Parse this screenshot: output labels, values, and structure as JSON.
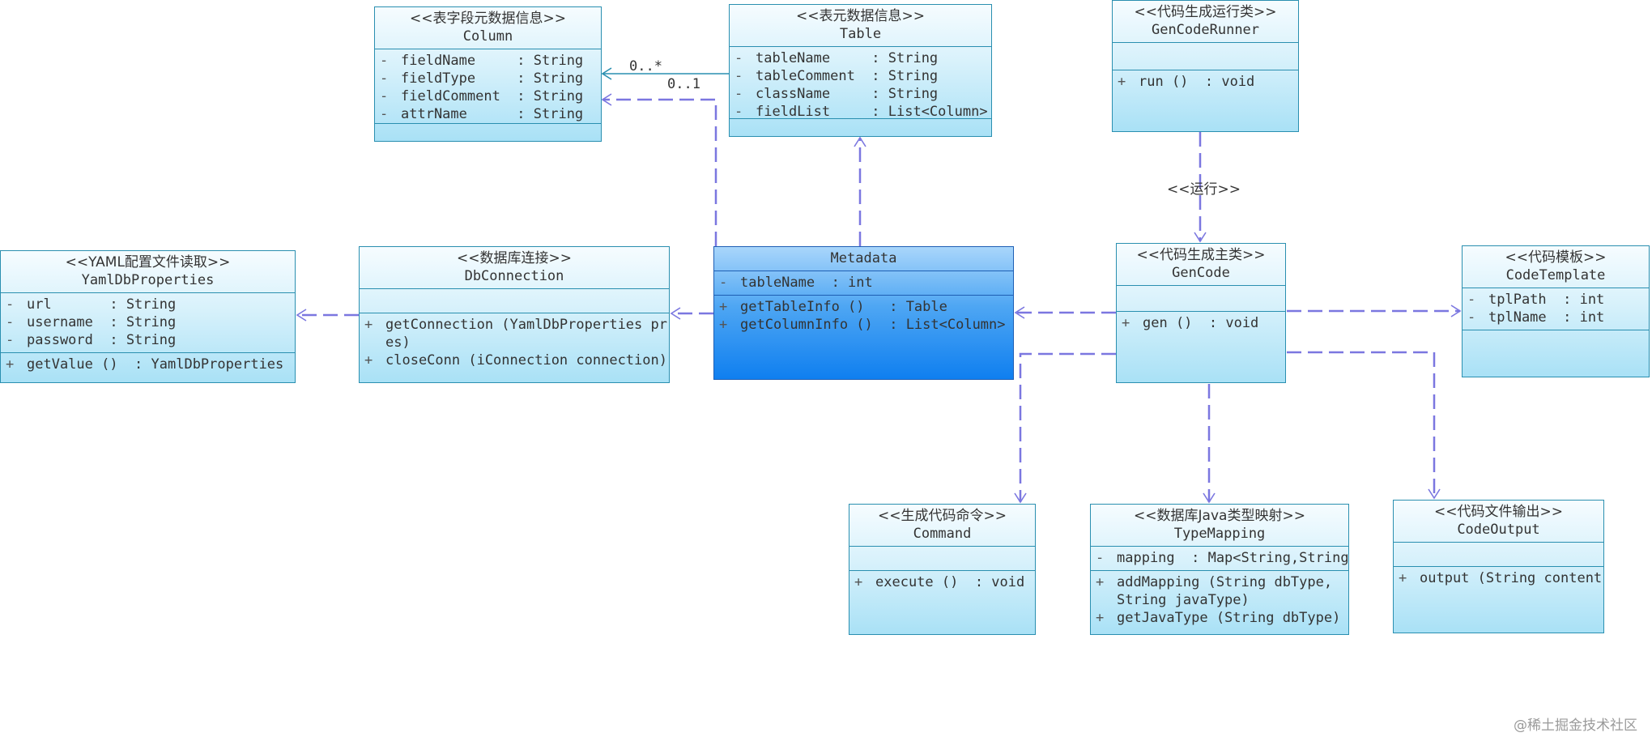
{
  "classes": {
    "column": {
      "stereotype": "<<表字段元数据信息>>",
      "name": "Column",
      "attributes": [
        {
          "vis": "-",
          "text": "fieldName     : String"
        },
        {
          "vis": "-",
          "text": "fieldType     : String"
        },
        {
          "vis": "-",
          "text": "fieldComment  : String"
        },
        {
          "vis": "-",
          "text": "attrName      : String"
        }
      ],
      "operations": []
    },
    "table": {
      "stereotype": "<<表元数据信息>>",
      "name": "Table",
      "attributes": [
        {
          "vis": "-",
          "text": "tableName     : String"
        },
        {
          "vis": "-",
          "text": "tableComment  : String"
        },
        {
          "vis": "-",
          "text": "className     : String"
        },
        {
          "vis": "-",
          "text": "fieldList     : List<Column>"
        }
      ],
      "operations": []
    },
    "genCodeRunner": {
      "stereotype": "<<代码生成运行类>>",
      "name": "GenCodeRunner",
      "attributes": [],
      "operations": [
        {
          "vis": "+",
          "text": "run ()  : void"
        }
      ]
    },
    "yamlDbProperties": {
      "stereotype": "<<YAML配置文件读取>>",
      "name": "YamlDbProperties",
      "attributes": [
        {
          "vis": "-",
          "text": "url       : String"
        },
        {
          "vis": "-",
          "text": "username  : String"
        },
        {
          "vis": "-",
          "text": "password  : String"
        }
      ],
      "operations": [
        {
          "vis": "+",
          "text": "getValue ()  : YamlDbProperties"
        }
      ]
    },
    "dbConnection": {
      "stereotype": "<<数据库连接>>",
      "name": "DbConnection",
      "attributes": [],
      "operations": [
        {
          "vis": "+",
          "text": "getConnection (YamlDbProperties pr"
        },
        {
          "vis": " ",
          "text": "es)"
        },
        {
          "vis": "+",
          "text": "closeConn (iConnection connection)"
        }
      ]
    },
    "metadata": {
      "stereotype": "",
      "name": "Metadata",
      "attributes": [
        {
          "vis": "-",
          "text": "tableName  : int"
        }
      ],
      "operations": [
        {
          "vis": "+",
          "text": "getTableInfo ()   : Table"
        },
        {
          "vis": "+",
          "text": "getColumnInfo ()  : List<Column>"
        }
      ]
    },
    "genCode": {
      "stereotype": "<<代码生成主类>>",
      "name": "GenCode",
      "attributes": [],
      "operations": [
        {
          "vis": "+",
          "text": "gen ()  : void"
        }
      ]
    },
    "codeTemplate": {
      "stereotype": "<<代码模板>>",
      "name": "CodeTemplate",
      "attributes": [
        {
          "vis": "-",
          "text": "tplPath  : int"
        },
        {
          "vis": "-",
          "text": "tplName  : int"
        }
      ],
      "operations": []
    },
    "command": {
      "stereotype": "<<生成代码命令>>",
      "name": "Command",
      "attributes": [],
      "operations": [
        {
          "vis": "+",
          "text": "execute ()  : void"
        }
      ]
    },
    "typeMapping": {
      "stereotype": "<<数据库Java类型映射>>",
      "name": "TypeMapping",
      "attributes": [
        {
          "vis": "-",
          "text": "mapping  : Map<String,String>"
        }
      ],
      "operations": [
        {
          "vis": "+",
          "text": "addMapping (String dbType,"
        },
        {
          "vis": " ",
          "text": "String javaType)"
        },
        {
          "vis": "+",
          "text": "getJavaType (String dbType)"
        }
      ]
    },
    "codeOutput": {
      "stereotype": "<<代码文件输出>>",
      "name": "CodeOutput",
      "attributes": [],
      "operations": [
        {
          "vis": "+",
          "text": "output (String content)"
        }
      ]
    }
  },
  "labels": {
    "multiplicity_many": "0..*",
    "multiplicity_one": "0..1",
    "run_stereotype": "<<运行>>"
  },
  "watermark": "@稀土掘金技术社区",
  "colors": {
    "line_dashed": "#7b77e0",
    "line_solid": "#2a8fb0",
    "box_border": "#2a8fb0",
    "selected_fill": "#0f7ff0"
  }
}
